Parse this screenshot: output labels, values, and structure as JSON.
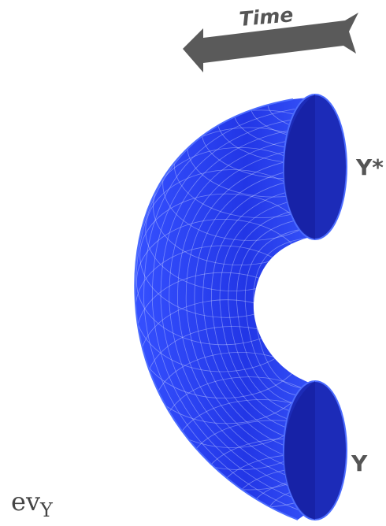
{
  "time_label": "Time",
  "top_end_label": "Y*",
  "bottom_end_label": "Y",
  "map_label_main": "ev",
  "map_label_sub": "Y",
  "colors": {
    "surface": "#2a3ff0",
    "surface_dark": "#1a22a8",
    "surface_light": "#4c6cff",
    "grid": "#cfd6ff",
    "arrow": "#5a5a5a",
    "text": "#555555"
  }
}
